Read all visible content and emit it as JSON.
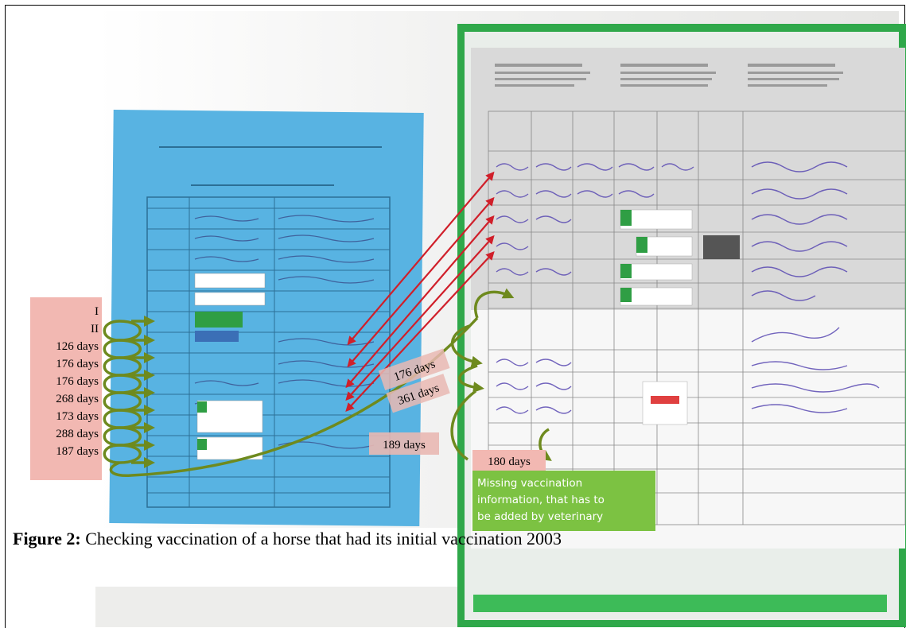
{
  "figure": {
    "caption_label": "Figure 2:",
    "caption_text": " Checking vaccination of a horse that had its initial vaccination 2003",
    "interval_labels": [
      "I",
      "II",
      "126 days",
      "176 days",
      "176 days",
      "268 days",
      "173 days",
      "288 days",
      "187 days"
    ],
    "overlay_labels": {
      "a": "176 days",
      "b": "361 days",
      "c": "189 days",
      "d": "180 days"
    },
    "note": [
      "Missing vaccination",
      "information, that has to",
      "be added by veterinary"
    ],
    "colors": {
      "label_bg": "#f2b8b2",
      "note_bg": "#7cc242",
      "loop_green": "#6e8a1e",
      "arrow_red": "#d01f2a",
      "blue_book": "#58b3e2",
      "card_grey": "#dcdcdc",
      "clipboard_green": "#2fa84a"
    }
  }
}
